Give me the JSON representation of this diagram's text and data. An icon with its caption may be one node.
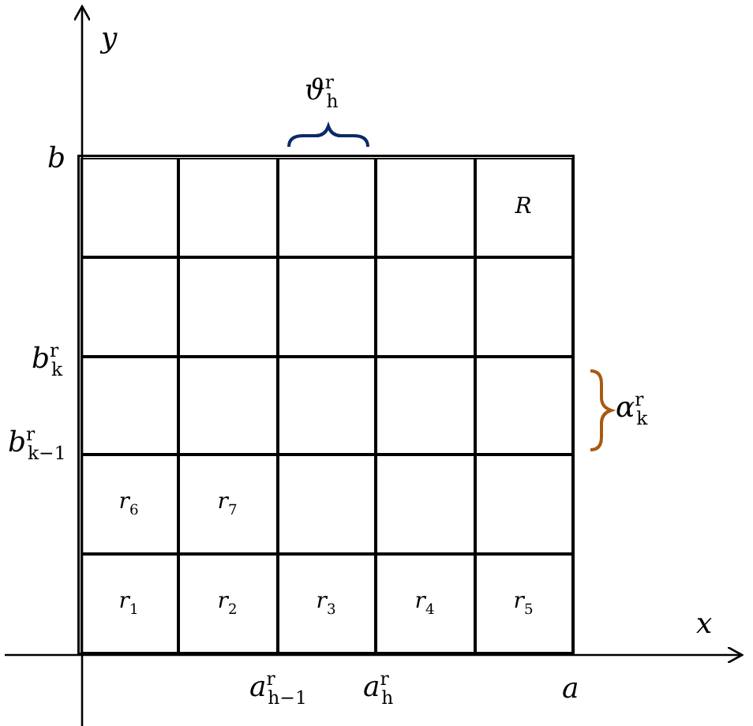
{
  "diagram": {
    "nodes": [
      {
        "text": [],
        "shape": "box"
      },
      {
        "text": [],
        "shape": "box"
      },
      {
        "text": [],
        "shape": "box"
      },
      {
        "text": [],
        "shape": "box"
      },
      {
        "text": [
          "R"
        ]
      },
      {
        "text": [],
        "shape": "box"
      },
      {
        "text": [],
        "shape": "box"
      },
      {
        "text": [],
        "shape": "box"
      },
      {
        "text": [],
        "shape": "box"
      },
      {
        "text": [],
        "shape": "box"
      },
      {
        "text": [],
        "shape": "box"
      },
      {
        "text": [],
        "shape": "box"
      },
      {
        "text": [],
        "shape": "box"
      },
      {
        "text": [],
        "shape": "box"
      },
      {
        "text": [],
        "shape": "box"
      },
      {
        "text": [
          "r$_{6}$"
        ]
      },
      {
        "text": [
          "r$_{7}$"
        ]
      },
      {
        "text": [],
        "shape": "box"
      },
      {
        "text": [],
        "shape": "box"
      },
      {
        "text": [],
        "shape": "box"
      },
      {
        "text": [
          "r$_{1}$"
        ]
      },
      {
        "text": [
          "r$_{2}$"
        ]
      },
      {
        "text": [
          "r$_{3}$"
        ]
      },
      {
        "text": [
          "r$_{4}$"
        ]
      },
      {
        "text": [
          "r$_{5}$"
        ]
      }
    ],
    "labels": [
      "y",
      "ϑ$^{r}$$_{h}$",
      "b",
      "b$^{r}$$_{k}$",
      "α$^{r}$$_{k}$",
      "b$^{r}$$_{k−1}$",
      "x",
      "a$^{r}$$_{h−1}$",
      "a$^{r}$$_{h}$",
      "a"
    ]
  }
}
